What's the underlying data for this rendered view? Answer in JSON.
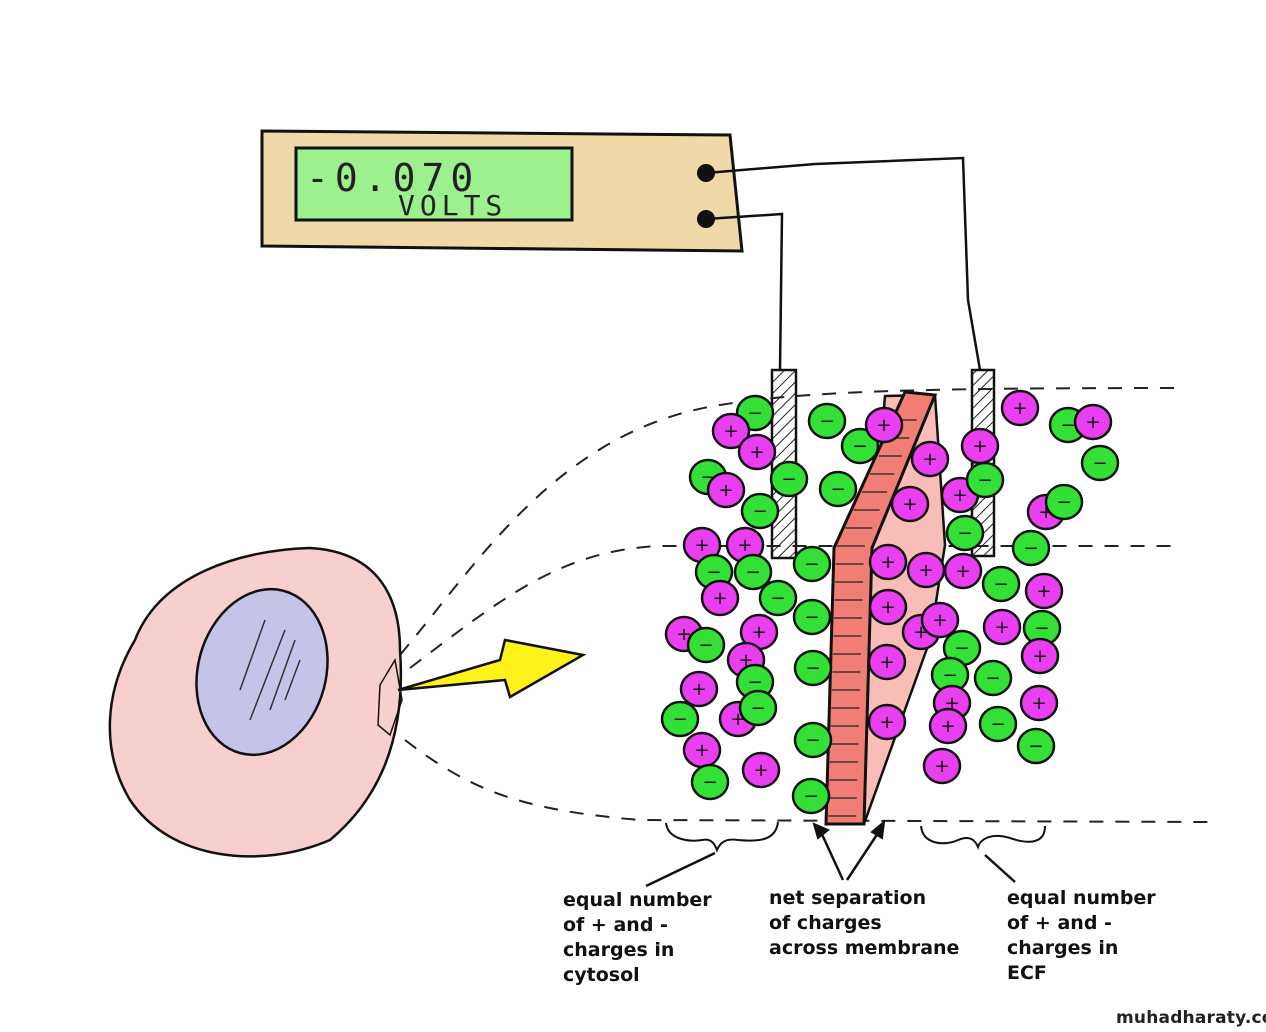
{
  "voltmeter": {
    "reading": "-0.070",
    "unit": "VOLTS"
  },
  "labels": {
    "cytosol": "equal number\nof + and -\ncharges in\ncytosol",
    "membrane": "net separation\nof charges\nacross membrane",
    "ecf": "equal number\nof + and -\ncharges in\nECF"
  },
  "ion_symbols": {
    "positive": "+",
    "negative": "−"
  },
  "colors": {
    "meter_body": "#efd9a8",
    "lcd": "#9df08e",
    "cell": "#f7cfcf",
    "nucleus": "#c6c3e8",
    "positive_ion": "#ea3ff0",
    "negative_ion": "#33e035",
    "membrane_edge": "#f07e74",
    "membrane_face": "#f9bdb8",
    "arrow": "#fff21a"
  },
  "watermark": "muhadharaty.com"
}
